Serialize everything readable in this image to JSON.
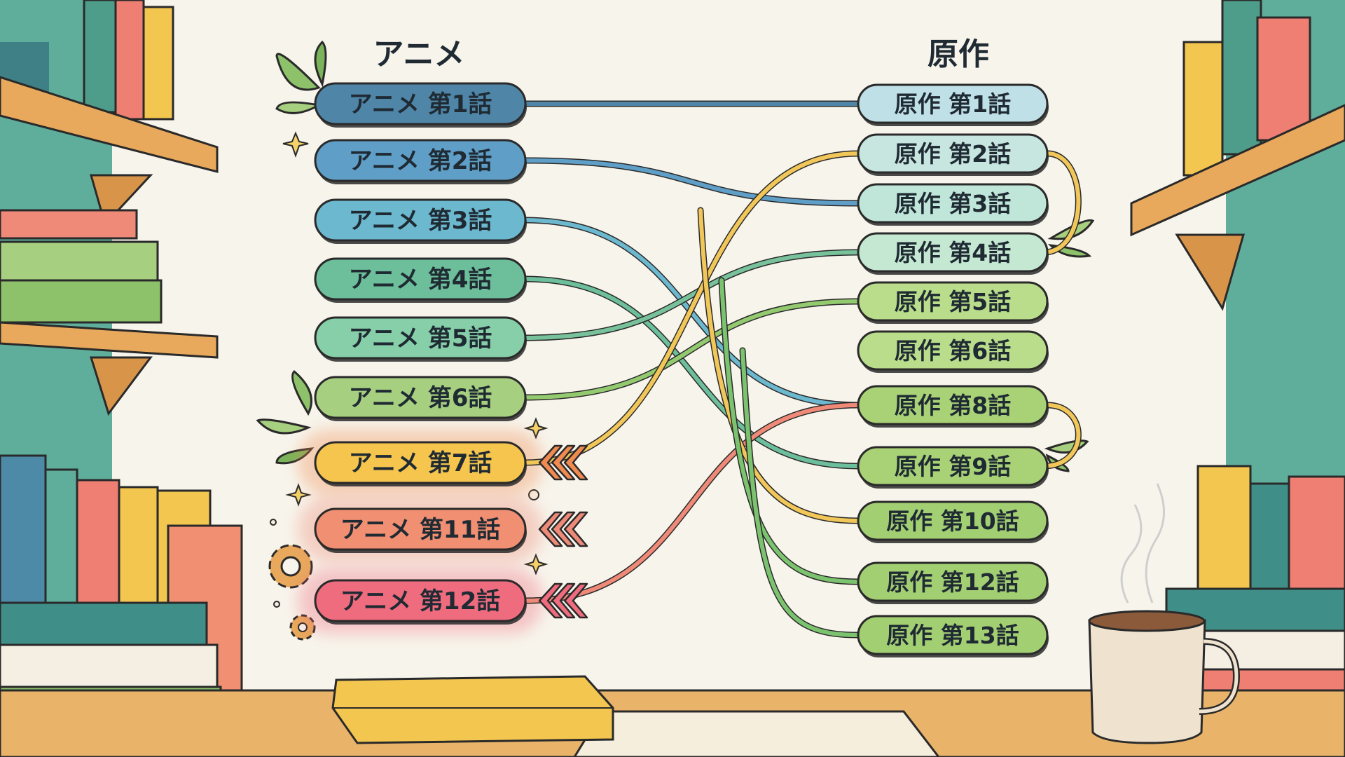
{
  "diagram": {
    "left_heading": "アニメ",
    "right_heading": "原作",
    "anime_episodes": [
      {
        "label": "アニメ 第1話",
        "fill": "#4f86a8"
      },
      {
        "label": "アニメ 第2話",
        "fill": "#5f9fc7"
      },
      {
        "label": "アニメ 第3話",
        "fill": "#6cb8cf"
      },
      {
        "label": "アニメ 第4話",
        "fill": "#6cbf9a"
      },
      {
        "label": "アニメ 第5話",
        "fill": "#86cfa9"
      },
      {
        "label": "アニメ 第6話",
        "fill": "#a6cf7f"
      },
      {
        "label": "アニメ 第7話",
        "fill": "#f5c54e"
      },
      {
        "label": "アニメ 第11話",
        "fill": "#f08f72"
      },
      {
        "label": "アニメ 第12話",
        "fill": "#ef6c7f"
      }
    ],
    "source_episodes": [
      {
        "label": "原作 第1話",
        "fill": "#bfe0e6"
      },
      {
        "label": "原作 第2話",
        "fill": "#c7e6e0"
      },
      {
        "label": "原作 第3話",
        "fill": "#bfe6d8"
      },
      {
        "label": "原作 第4話",
        "fill": "#c4e8d2"
      },
      {
        "label": "原作 第5話",
        "fill": "#b9dd8a"
      },
      {
        "label": "原作 第6話",
        "fill": "#b9dd8a"
      },
      {
        "label": "原作 第8話",
        "fill": "#a9d277"
      },
      {
        "label": "原作 第9話",
        "fill": "#a9d277"
      },
      {
        "label": "原作 第10話",
        "fill": "#a3cf73"
      },
      {
        "label": "原作 第12話",
        "fill": "#a3cf73"
      },
      {
        "label": "原作 第13話",
        "fill": "#a3cf73"
      }
    ],
    "links": [
      {
        "from": 0,
        "to": 0,
        "color": "#4f86a8"
      },
      {
        "from": 1,
        "to": 2,
        "color": "#5f9fc7"
      },
      {
        "from": 2,
        "to": 6,
        "color": "#6cb8cf"
      },
      {
        "from": 3,
        "to": 7,
        "color": "#6cbf9a"
      },
      {
        "from": 4,
        "to": 3,
        "color": "#78c29b"
      },
      {
        "from": 5,
        "to": 4,
        "color": "#93c96f"
      },
      {
        "from": 6,
        "to": 1,
        "color": "#f2c75a"
      },
      {
        "from": 8,
        "to": 6,
        "color": "#ef8a78"
      }
    ],
    "extra_curves": [
      {
        "to": 8,
        "color": "#f2c75a"
      },
      {
        "to": 9,
        "color": "#7cc36f"
      },
      {
        "to": 10,
        "color": "#7cc36f"
      }
    ],
    "self_loops": [
      {
        "from": 1,
        "to": 3,
        "color": "#f2c75a"
      },
      {
        "from": 6,
        "to": 7,
        "color": "#f2c75a"
      }
    ],
    "highlighted_anime": [
      6,
      7,
      8
    ],
    "highlight_colors": [
      "#f08a50",
      "#ef8a78",
      "#ef6c7f"
    ]
  },
  "decor": {
    "icons": [
      "leaf-icon",
      "sparkle-icon",
      "gear-icon",
      "chevron-icon",
      "mug-icon",
      "bookshelf-icon",
      "book-icon"
    ]
  }
}
